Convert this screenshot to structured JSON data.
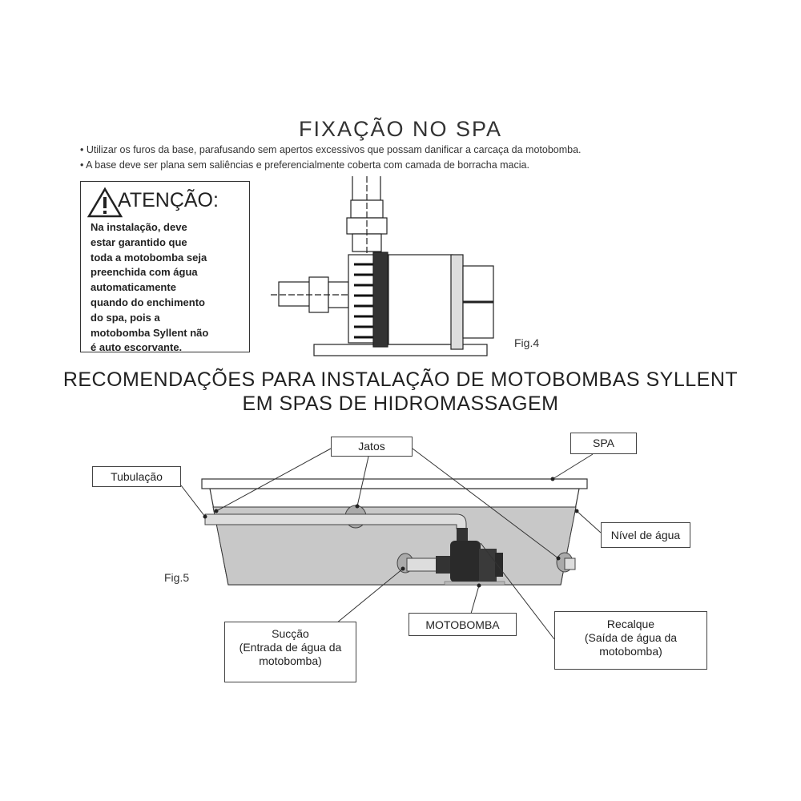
{
  "section1": {
    "title": "FIXAÇÃO NO SPA",
    "bullets": [
      "• Utilizar os furos da base, parafusando sem apertos excessivos que possam danificar a carcaça da motobomba.",
      "• A base deve ser plana sem saliências e preferencialmente coberta com camada de borracha macia."
    ],
    "warning": {
      "icon": "warning-triangle-icon",
      "title": "ATENÇÃO:",
      "lines": [
        "Na instalação, deve",
        "estar garantido que",
        "toda a motobomba seja",
        "preenchida com água",
        "automaticamente",
        "quando do enchimento",
        "do spa, pois a",
        "motobomba Syllent não",
        "é auto escorvante."
      ]
    },
    "figure_label": "Fig.4"
  },
  "section2": {
    "title_line1": "RECOMENDAÇÕES PARA INSTALAÇÃO DE MOTOBOMBAS SYLLENT",
    "title_line2": "EM SPAS DE HIDROMASSAGEM",
    "figure_label": "Fig.5",
    "labels": {
      "jatos": "Jatos",
      "spa": "SPA",
      "tubulacao": "Tubulação",
      "nivel": "Nível de água",
      "succao": [
        "Sucção",
        "(Entrada de água da",
        "motobomba)"
      ],
      "motobomba": "MOTOBOMBA",
      "recalque": [
        "Recalque",
        "(Saída de água da",
        "motobomba)"
      ]
    }
  },
  "colors": {
    "water": "#c8c8c8",
    "pump": "#2a2a2a",
    "line": "#333333"
  }
}
